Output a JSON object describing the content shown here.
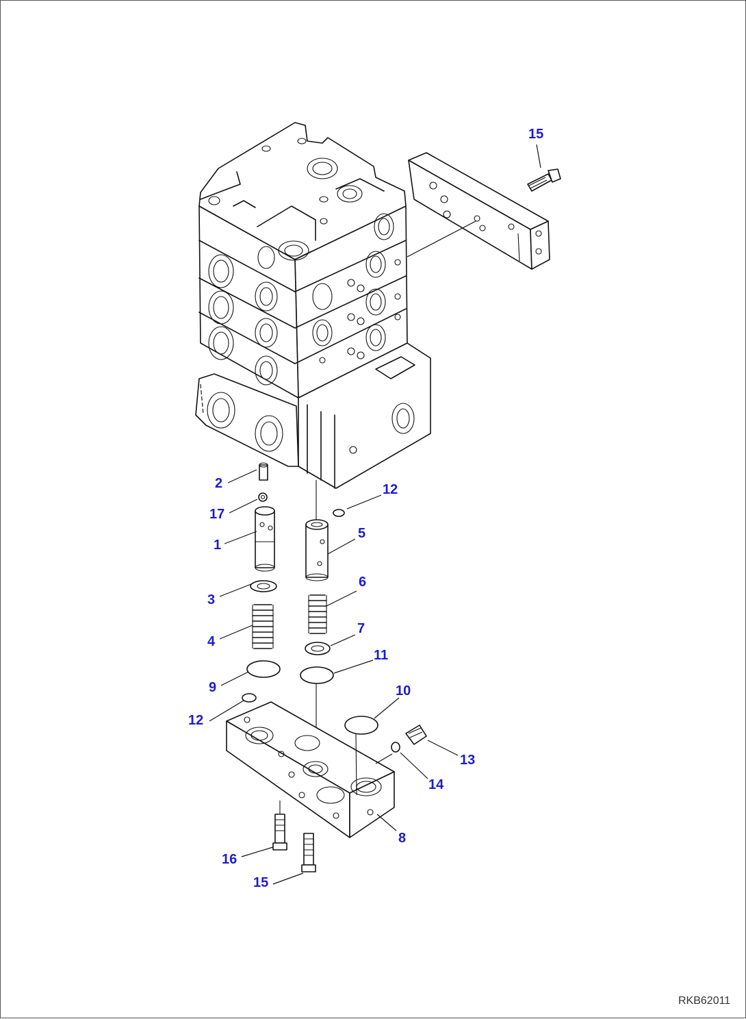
{
  "drawing_code": "RKB62011",
  "callouts": [
    {
      "id": "c15a",
      "label": "15"
    },
    {
      "id": "c2",
      "label": "2"
    },
    {
      "id": "c17",
      "label": "17"
    },
    {
      "id": "c1",
      "label": "1"
    },
    {
      "id": "c3",
      "label": "3"
    },
    {
      "id": "c4",
      "label": "4"
    },
    {
      "id": "c9",
      "label": "9"
    },
    {
      "id": "c12a",
      "label": "12"
    },
    {
      "id": "c12b",
      "label": "12"
    },
    {
      "id": "c5",
      "label": "5"
    },
    {
      "id": "c6",
      "label": "6"
    },
    {
      "id": "c7",
      "label": "7"
    },
    {
      "id": "c11",
      "label": "11"
    },
    {
      "id": "c10",
      "label": "10"
    },
    {
      "id": "c13",
      "label": "13"
    },
    {
      "id": "c14",
      "label": "14"
    },
    {
      "id": "c8",
      "label": "8"
    },
    {
      "id": "c16",
      "label": "16"
    },
    {
      "id": "c15b",
      "label": "15"
    }
  ],
  "colors": {
    "callout": "#1c1ccf",
    "line": "#111111",
    "background": "#ffffff"
  }
}
